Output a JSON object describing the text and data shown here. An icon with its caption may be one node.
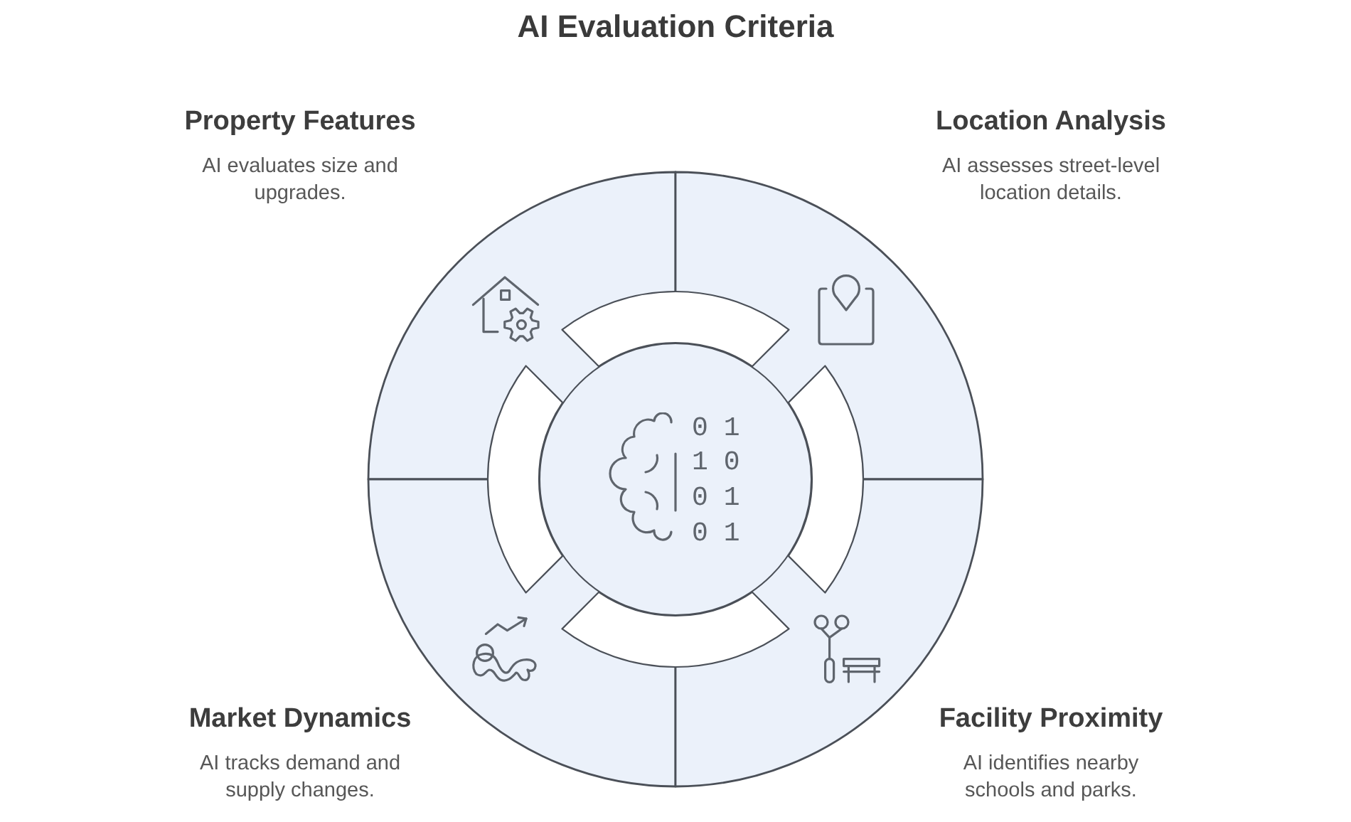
{
  "diagram": {
    "title": "AI Evaluation Criteria",
    "nodes": [
      {
        "text": [
          "Property Features",
          "AI evaluates size and upgrades."
        ]
      },
      {
        "text": [
          "Location Analysis",
          "AI assesses street-level location details."
        ]
      },
      {
        "text": [
          "01 10 01 01"
        ]
      },
      {
        "text": [
          "Market Dynamics",
          "AI tracks demand and supply changes."
        ]
      },
      {
        "text": [
          "Facility Proximity",
          "AI identifies nearby schools and parks."
        ]
      }
    ]
  }
}
